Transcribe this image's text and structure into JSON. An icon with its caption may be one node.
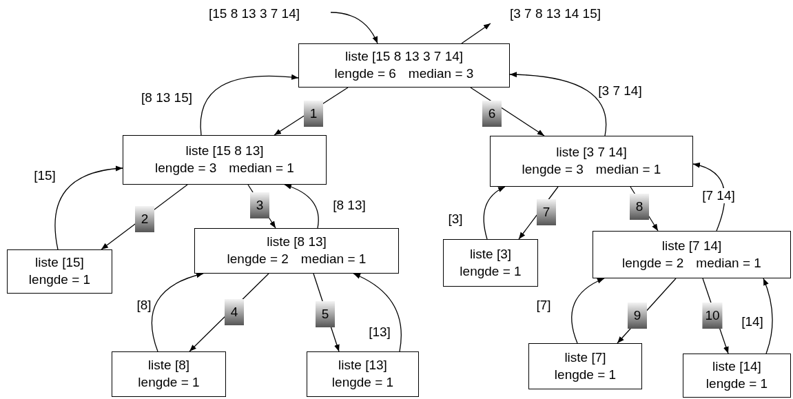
{
  "diagram": {
    "nodes": [
      {
        "text": [
          "[15 8 13 3 7 14]"
        ]
      },
      {
        "text": [
          "[3 7 8 13 14 15]"
        ]
      },
      {
        "text": [
          "liste [15 8 13 3 7 14]",
          "lengde = 6",
          "median = 3"
        ]
      },
      {
        "text": [
          "liste [15 8 13]",
          "lengde = 3",
          "median = 1"
        ]
      },
      {
        "text": [
          "liste [3 7 14]",
          "lengde = 3",
          "median = 1"
        ]
      },
      {
        "text": [
          "liste [15]",
          "lengde = 1"
        ]
      },
      {
        "text": [
          "liste [8 13]",
          "lengde = 2",
          "median = 1"
        ]
      },
      {
        "text": [
          "liste [3]",
          "lengde = 1"
        ]
      },
      {
        "text": [
          "liste [7 14]",
          "lengde = 2",
          "median = 1"
        ]
      },
      {
        "text": [
          "liste [8]",
          "lengde = 1"
        ]
      },
      {
        "text": [
          "liste [13]",
          "lengde = 1"
        ]
      },
      {
        "text": [
          "liste [7]",
          "lengde = 1"
        ]
      },
      {
        "text": [
          "liste [14]",
          "lengde = 1"
        ]
      }
    ],
    "edges": [
      {
        "from": 0,
        "to": 2,
        "arrow": "to"
      },
      {
        "from": 2,
        "to": 1,
        "arrow": "to"
      },
      {
        "from": 2,
        "to": 3,
        "arrow": "to",
        "label": "1"
      },
      {
        "from": 3,
        "to": 2,
        "arrow": "to",
        "label": "[8 13 15]"
      },
      {
        "from": 2,
        "to": 4,
        "arrow": "to",
        "label": "6"
      },
      {
        "from": 4,
        "to": 2,
        "arrow": "to",
        "label": "[3 7 14]"
      },
      {
        "from": 3,
        "to": 5,
        "arrow": "to",
        "label": "2"
      },
      {
        "from": 5,
        "to": 3,
        "arrow": "to",
        "label": "[15]"
      },
      {
        "from": 3,
        "to": 6,
        "arrow": "to",
        "label": "3"
      },
      {
        "from": 6,
        "to": 3,
        "arrow": "to",
        "label": "[8 13]"
      },
      {
        "from": 6,
        "to": 9,
        "arrow": "to",
        "label": "4"
      },
      {
        "from": 9,
        "to": 6,
        "arrow": "to",
        "label": "[8]"
      },
      {
        "from": 6,
        "to": 10,
        "arrow": "to",
        "label": "5"
      },
      {
        "from": 10,
        "to": 6,
        "arrow": "to",
        "label": "[13]"
      },
      {
        "from": 4,
        "to": 7,
        "arrow": "to",
        "label": "7"
      },
      {
        "from": 7,
        "to": 4,
        "arrow": "to",
        "label": "[3]"
      },
      {
        "from": 4,
        "to": 8,
        "arrow": "to",
        "label": "8"
      },
      {
        "from": 8,
        "to": 4,
        "arrow": "to",
        "label": "[7 14]"
      },
      {
        "from": 8,
        "to": 11,
        "arrow": "to",
        "label": "9"
      },
      {
        "from": 11,
        "to": 8,
        "arrow": "to",
        "label": "[7]"
      },
      {
        "from": 8,
        "to": 12,
        "arrow": "to",
        "label": "10"
      },
      {
        "from": 12,
        "to": 8,
        "arrow": "to",
        "label": "[14]"
      }
    ]
  }
}
